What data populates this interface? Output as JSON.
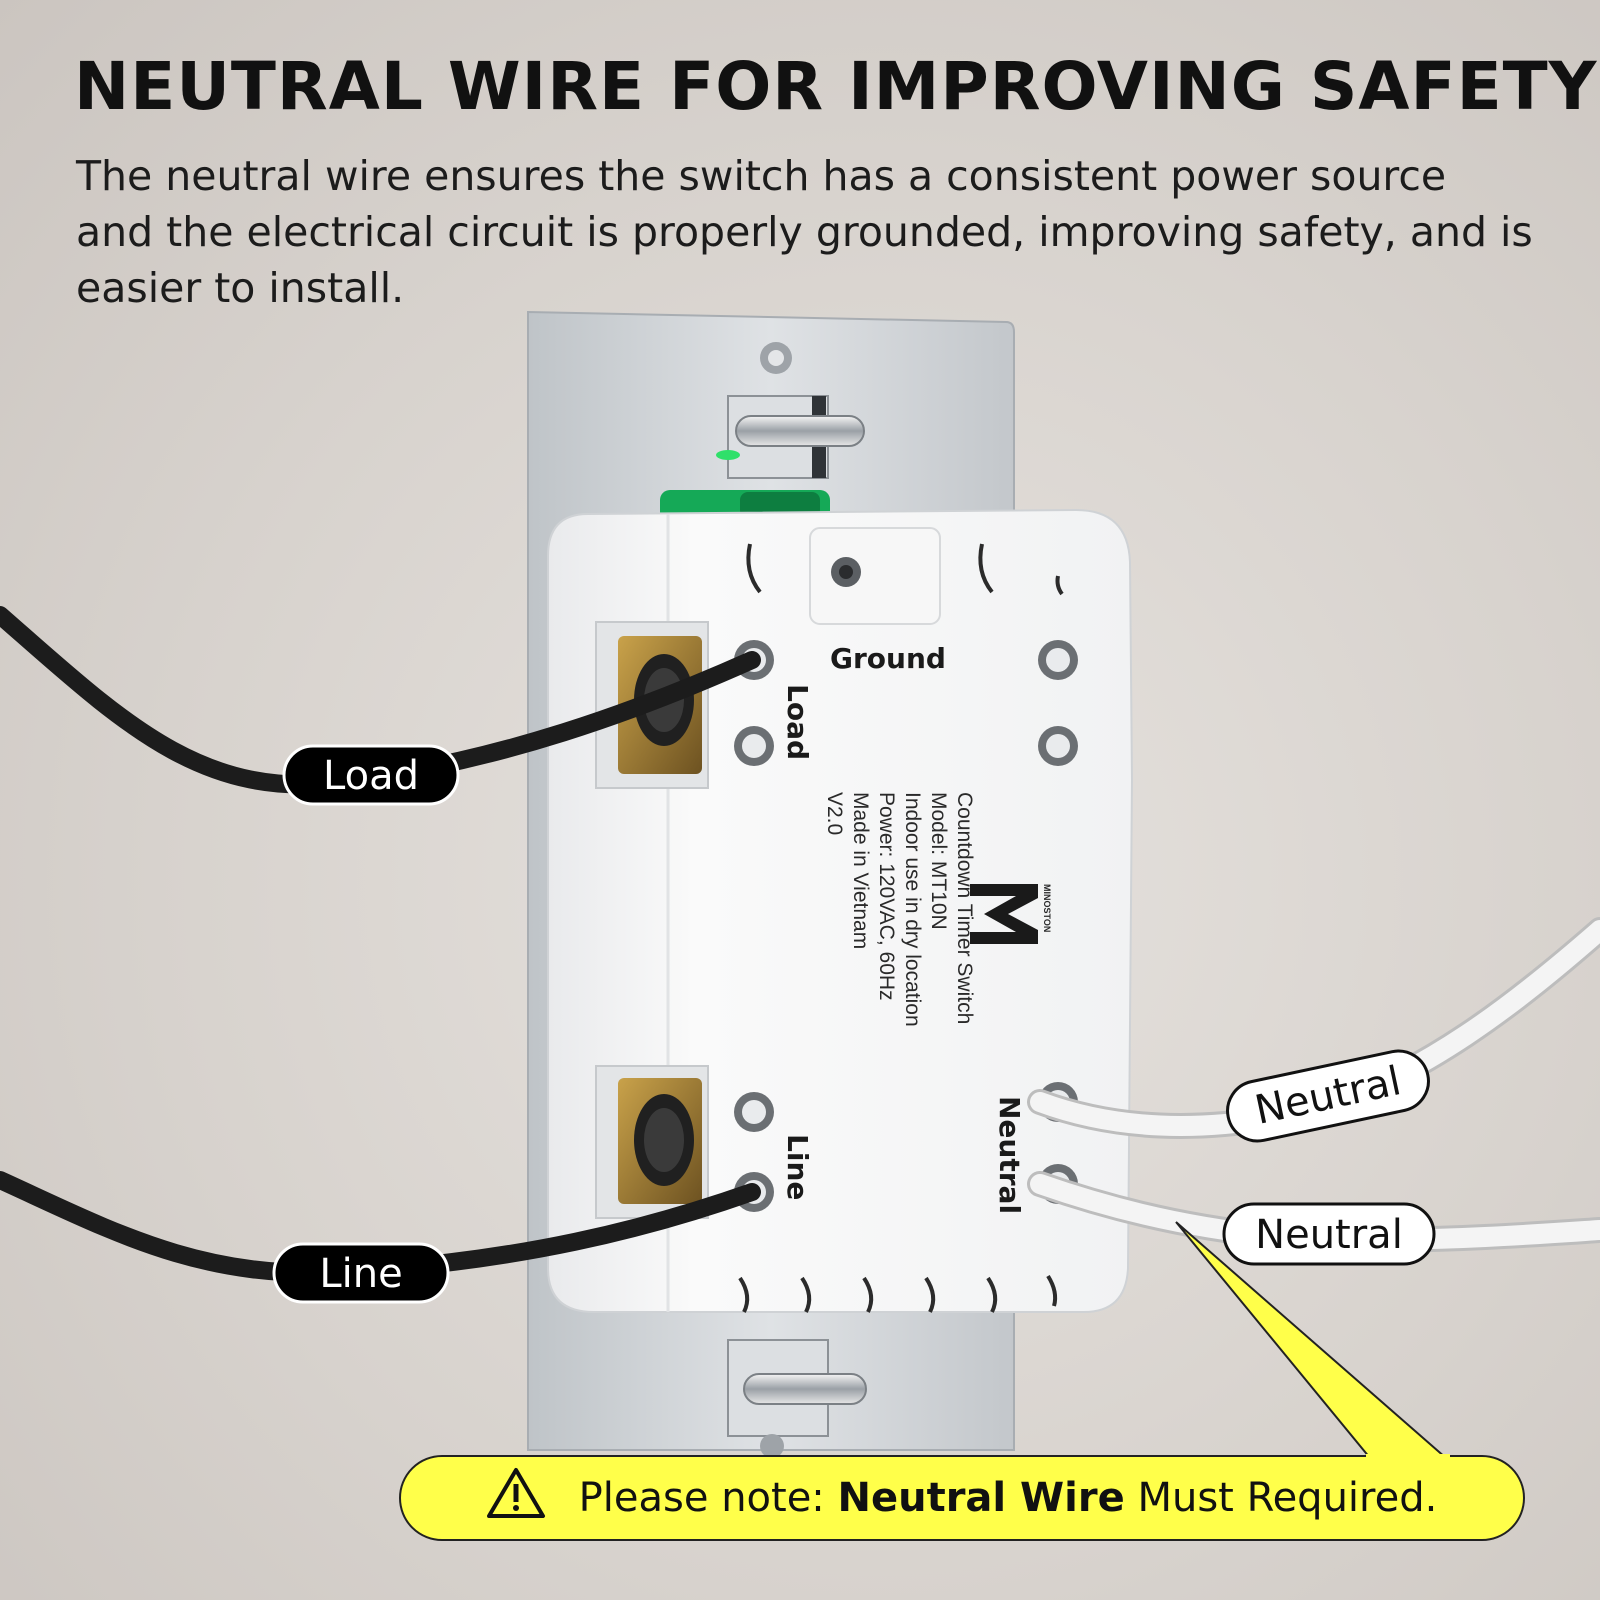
{
  "header": {
    "title": "NEUTRAL WIRE FOR IMPROVING SAFETY",
    "description": "The neutral wire ensures the switch has a consistent power source and the electrical circuit is properly grounded, improving safety, and is easier to install."
  },
  "terminals": {
    "ground": "Ground",
    "load": "Load",
    "line": "Line",
    "neutral": "Neutral"
  },
  "wire_labels": {
    "load": "Load",
    "line": "Line",
    "neutral_top": "Neutral",
    "neutral_bottom": "Neutral"
  },
  "device_label": {
    "brand": "MINOSTON",
    "lines": [
      "Countdown Timer Switch",
      "Model: MT10N",
      "Indoor use in dry location",
      "Power: 120VAC, 60Hz",
      "Made in Vietnam",
      "V2.0"
    ]
  },
  "note": {
    "prefix": "Please note: ",
    "emphasis": "Neutral Wire",
    "suffix": " Must Required."
  },
  "colors": {
    "callout_yellow": "#ffff4a",
    "wire_black": "#2a2a2a",
    "wire_white": "#f4f4f4"
  },
  "icons": {
    "note": "warning-triangle-icon",
    "logo": "minoston-m-logo"
  }
}
